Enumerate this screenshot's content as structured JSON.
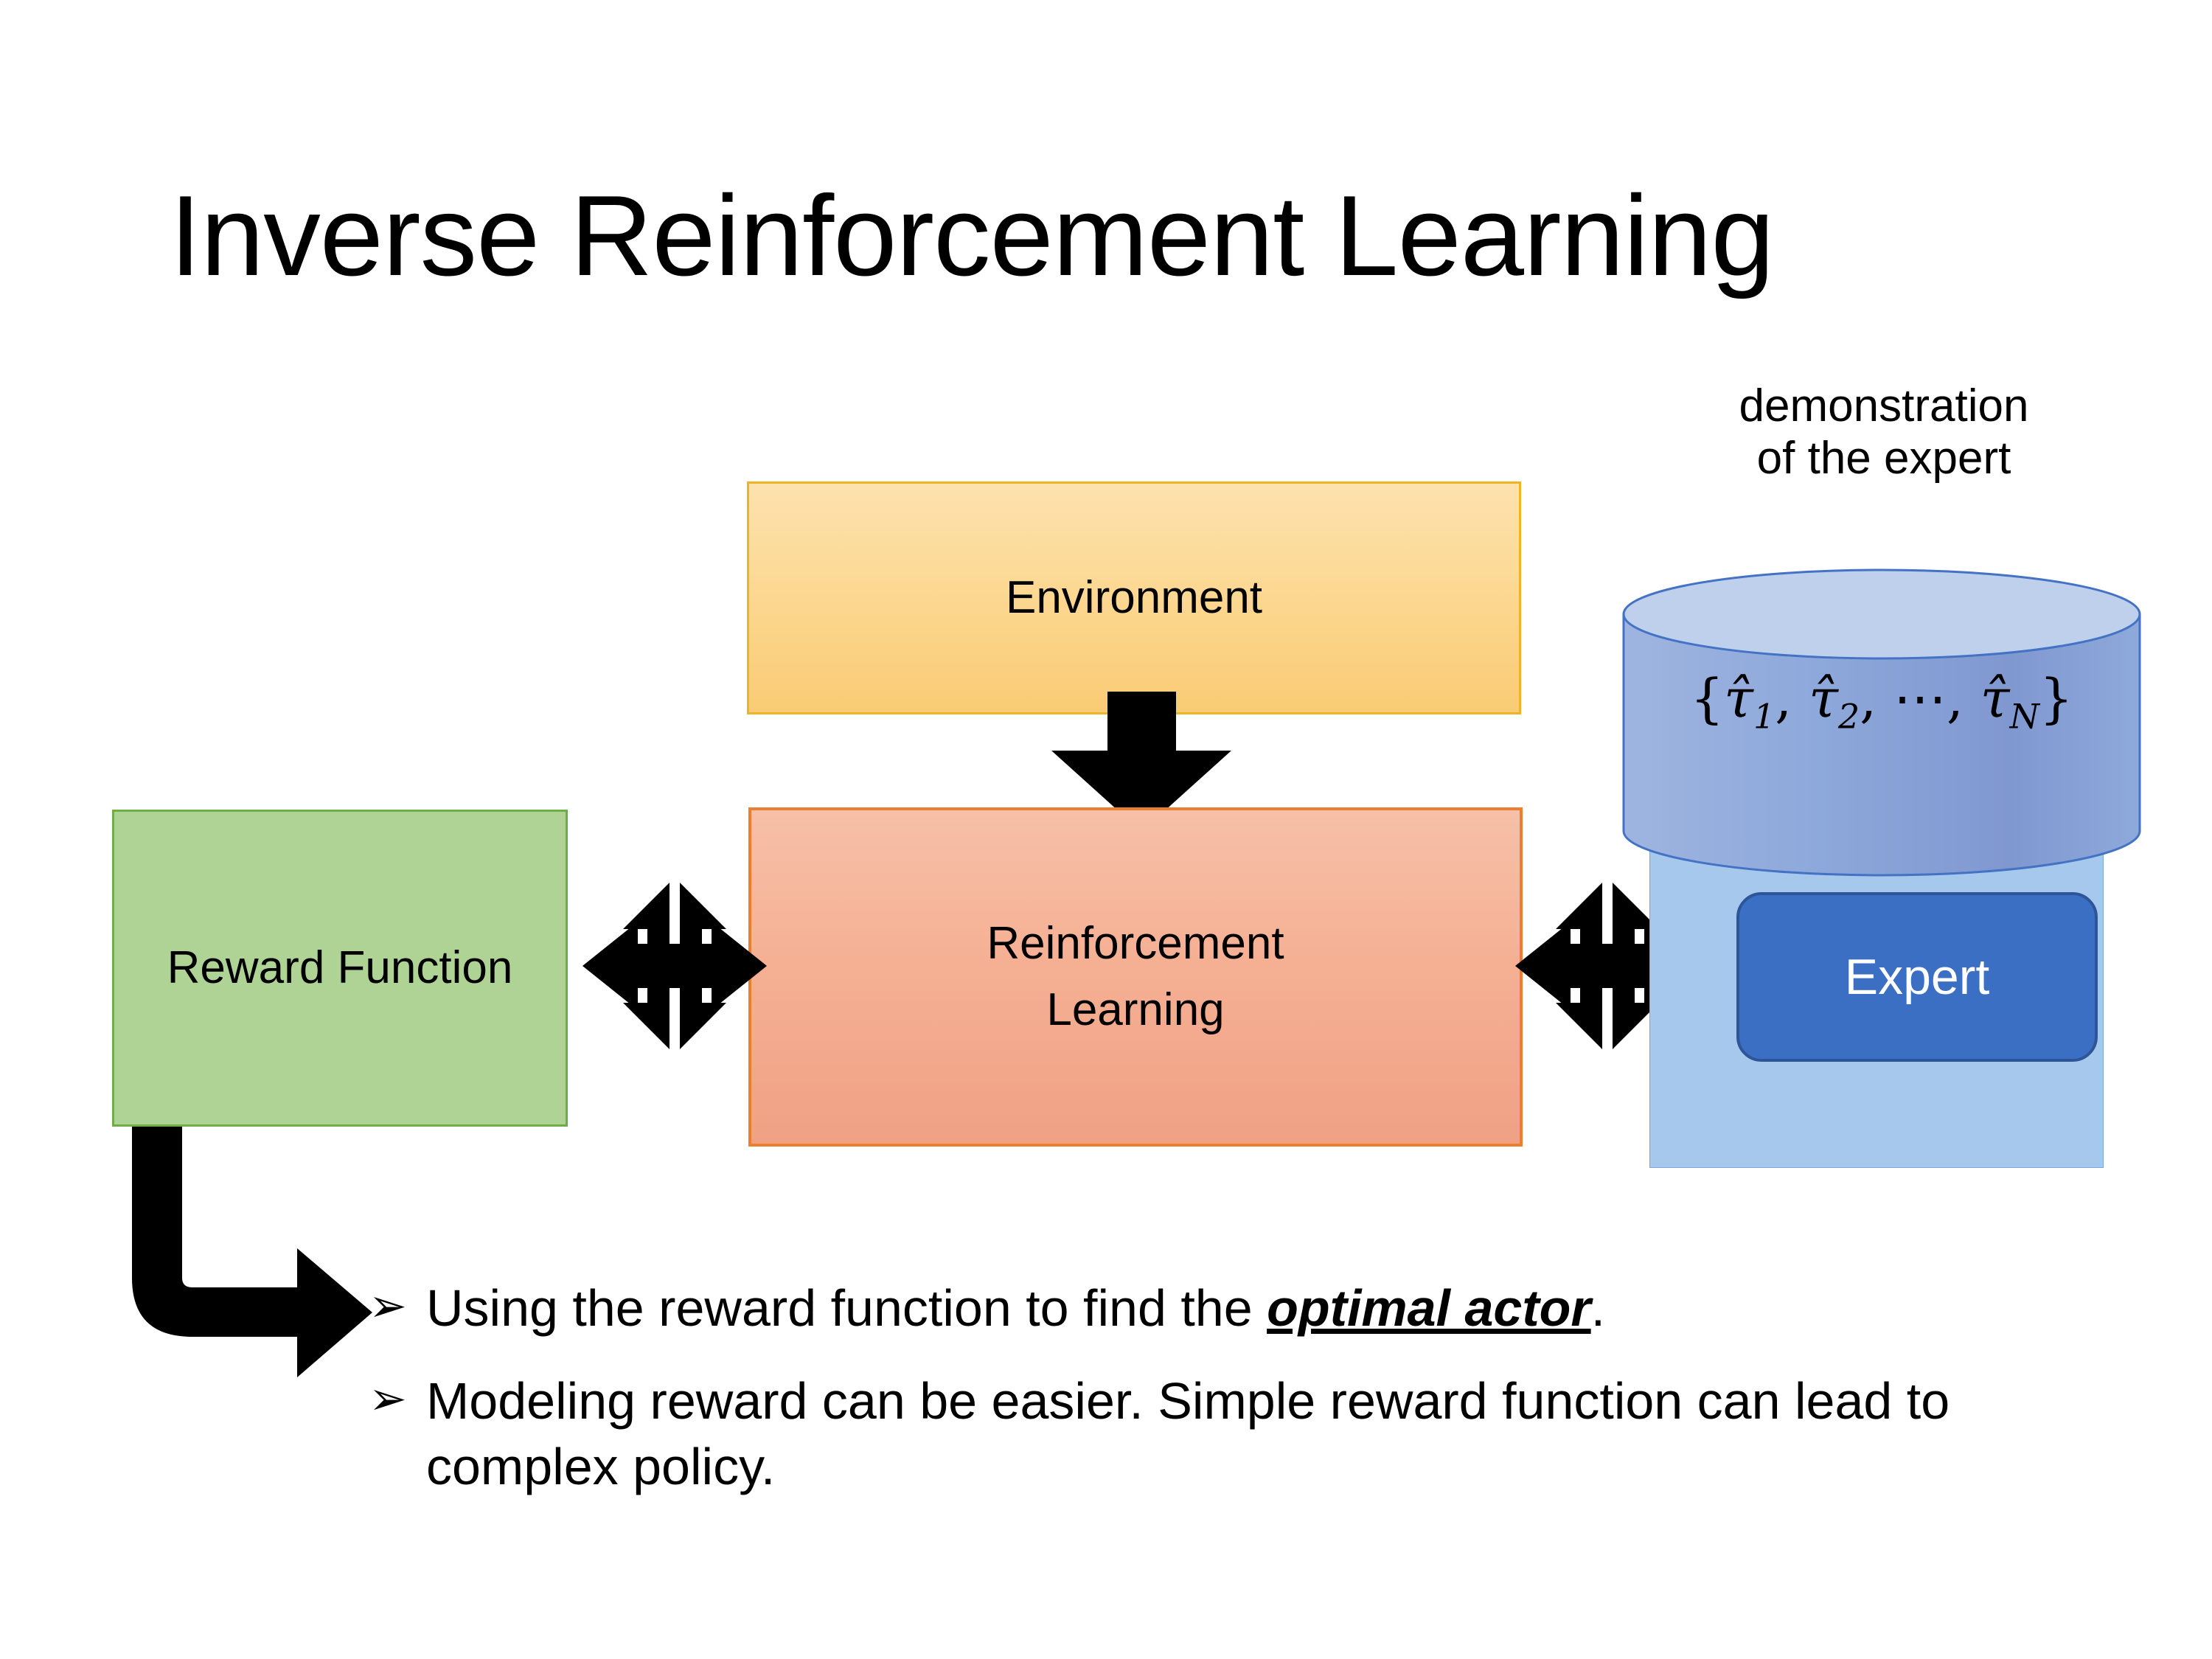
{
  "slide": {
    "title": "Inverse Reinforcement Learning",
    "background_color": "#FFFFFF"
  },
  "diagram": {
    "environment": {
      "label": "Environment",
      "fill_color": "#FCD68E",
      "border_color": "#F0B323"
    },
    "reinforcement_learning": {
      "label_line1": "Reinforcement",
      "label_line2": "Learning",
      "fill_color": "#F5B094",
      "border_color": "#ED7D31"
    },
    "reward_function": {
      "label_line1": "Reward",
      "label_line2": "Function",
      "fill_color": "#AED395",
      "border_color": "#70AD47"
    },
    "expert_panel": {
      "caption_line1": "demonstration",
      "caption_line2": "of the expert",
      "cylinder_label_open": "{",
      "cylinder_label": "τ̂1, τ̂2, ⋯, τ̂N",
      "tau_hat": "τ̂",
      "sub_1": "1",
      "sub_2": "2",
      "sub_n": "N",
      "comma": ",",
      "ellipsis": "⋯",
      "brace_open": "{",
      "brace_close": "}",
      "expert_label": "Expert",
      "panel_fill_color": "#A5C8EC",
      "cylinder_fill_color": "#8EA9DB",
      "cylinder_top_color": "#B4C7E7",
      "expert_button_fill": "#3B6FC4",
      "expert_button_border": "#2E5597",
      "expert_text_color": "#FFFFFF"
    },
    "arrows": {
      "environment_to_rl": "down-arrow",
      "reward_to_rl": "left-right-up-down-quad-arrow",
      "rl_to_expert": "left-right-up-down-quad-arrow",
      "reward_to_bullet": "elbow-arrow-down-right",
      "color": "#000000"
    }
  },
  "bullets": {
    "marker": "➢",
    "items": [
      {
        "prefix": "Using the reward function to find the ",
        "emphasis": "optimal actor",
        "suffix": "."
      },
      {
        "prefix": "Modeling reward can be easier. Simple reward function can lead to complex policy.",
        "emphasis": "",
        "suffix": ""
      }
    ]
  }
}
